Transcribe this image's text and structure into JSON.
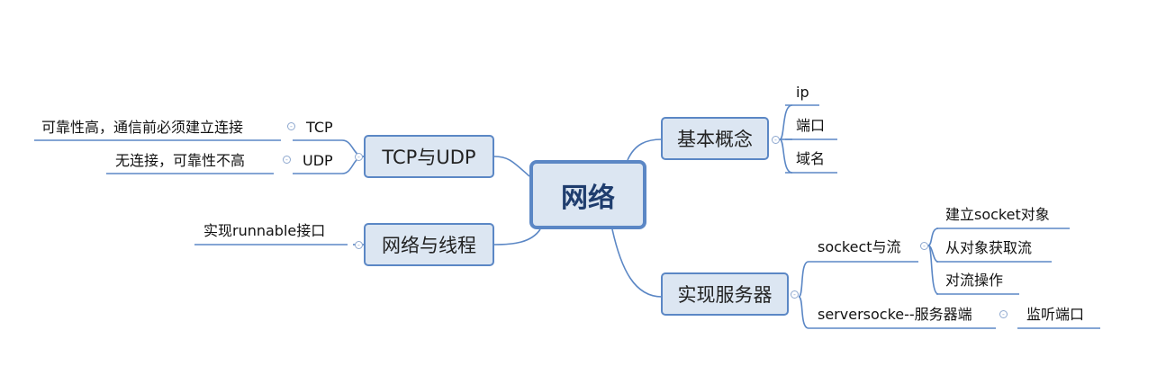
{
  "root": {
    "label": "网络"
  },
  "tcp_udp": {
    "label": "TCP与UDP",
    "tcp": {
      "label": "TCP",
      "detail": "可靠性高，通信前必须建立连接"
    },
    "udp": {
      "label": "UDP",
      "detail": "无连接，可靠性不高"
    }
  },
  "net_thread": {
    "label": "网络与线程",
    "detail": "实现runnable接口"
  },
  "basics": {
    "label": "基本概念",
    "items": [
      "ip",
      "端口",
      "域名"
    ]
  },
  "server": {
    "label": "实现服务器",
    "socket_stream": {
      "label": "sockect与流",
      "items": [
        "建立socket对象",
        "从对象获取流",
        "对流操作"
      ]
    },
    "server_socket": {
      "label": "serversocke--服务器端",
      "detail": "监听端口"
    }
  },
  "colors": {
    "node_fill": "#dce6f2",
    "node_border": "#5b87c5",
    "line": "#5b87c5"
  }
}
